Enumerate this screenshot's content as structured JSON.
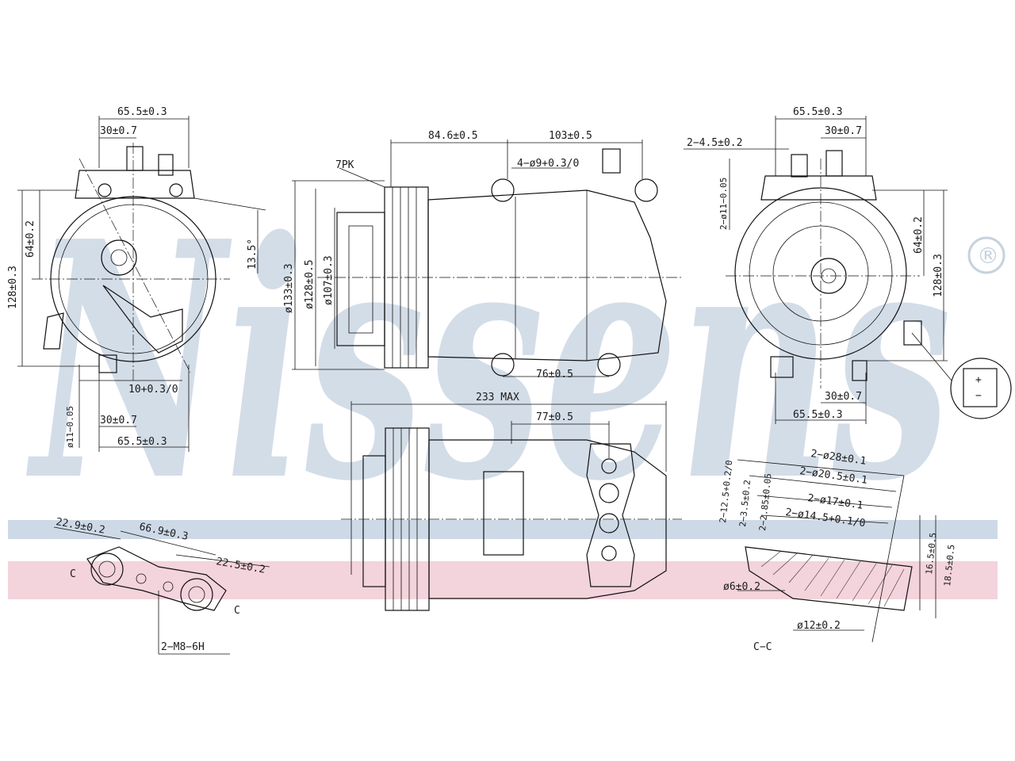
{
  "watermark": {
    "brand": "Nissens",
    "registered_mark": "®",
    "stripe_blue": "#cdd9e6",
    "stripe_pink": "#f3d3dc",
    "letter_color": "#d3dde8"
  },
  "front_view": {
    "dim_top_width": "65.5±0.3",
    "dim_top_port": "30±0.7",
    "dim_left_height": "128±0.3",
    "dim_left_mount": "64±0.2",
    "dim_angle": "13.5°",
    "dim_bottom_hole": "10+0.3/0",
    "dim_bottom_dia": "ø11−0.05",
    "dim_bottom_port": "30±0.7",
    "dim_bottom_width": "65.5±0.3"
  },
  "side_view": {
    "label_belt": "7PK",
    "dim_top_a": "84.6±0.5",
    "dim_top_b": "103±0.5",
    "dim_holes": "4−ø9+0.3/0",
    "dim_d133": "ø133±0.3",
    "dim_d128": "ø128±0.5",
    "dim_d107": "ø107±0.3",
    "dim_bottom": "76±0.5"
  },
  "rear_view": {
    "dim_top_width": "65.5±0.3",
    "dim_top_port": "30±0.7",
    "dim_holes": "2−4.5±0.2",
    "dim_dia11": "2−ø11−0.05",
    "dim_mount": "64±0.2",
    "dim_height": "128±0.3",
    "dim_bottom_port": "30±0.7",
    "dim_bottom_width": "65.5±0.3",
    "connector_plus": "+",
    "connector_minus": "−"
  },
  "bottom_view": {
    "dim_overall": "233 MAX",
    "dim_port": "77±0.5"
  },
  "flange_view": {
    "dim_left": "22.9±0.2",
    "dim_center": "66.9±0.3",
    "dim_right": "22.5±0.2",
    "thread_label": "2−M8−6H",
    "section_mark_a": "C",
    "section_mark_b": "C"
  },
  "section_view": {
    "dim_d28": "2−ø28±0.1",
    "dim_d20": "2−ø20.5±0.1",
    "dim_d17": "2−ø17±0.1",
    "dim_d14": "2−ø14.5+0.1/0",
    "dim_h12": "2−12.5+0.2/0",
    "dim_h3": "2−3.5±0.2",
    "dim_h2": "2−2.85±0.05",
    "dim_16": "16.5±0.5",
    "dim_18": "18.5±0.5",
    "dim_d6": "ø6±0.2",
    "dim_d12": "ø12±0.2",
    "label": "C−C"
  }
}
